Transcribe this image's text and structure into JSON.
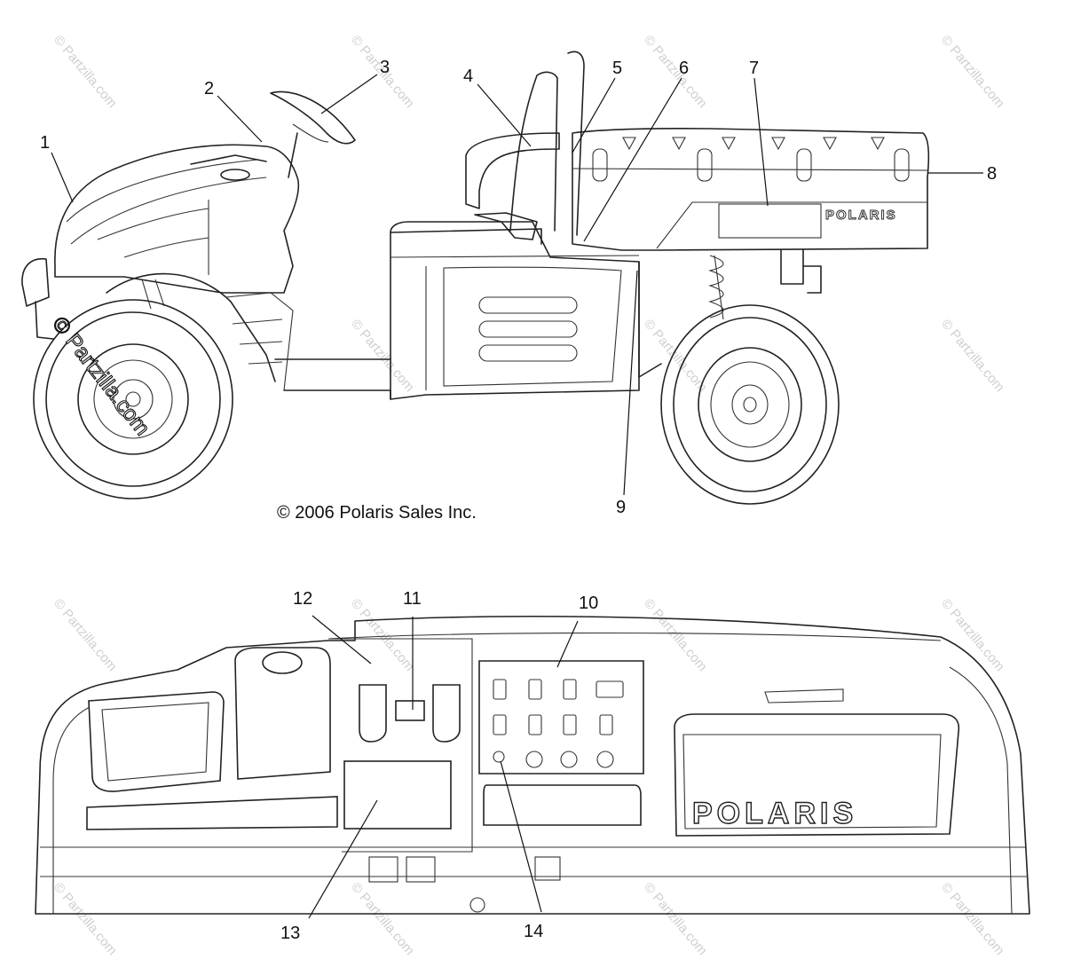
{
  "copyright": "© 2006 Polaris Sales Inc.",
  "brand_decal_side": "POLARIS",
  "brand_decal_dash": "POLARIS",
  "watermark": "© Partzilla.com",
  "callouts": [
    "1",
    "2",
    "3",
    "4",
    "5",
    "6",
    "7",
    "8",
    "9",
    "10",
    "11",
    "12",
    "13",
    "14"
  ]
}
